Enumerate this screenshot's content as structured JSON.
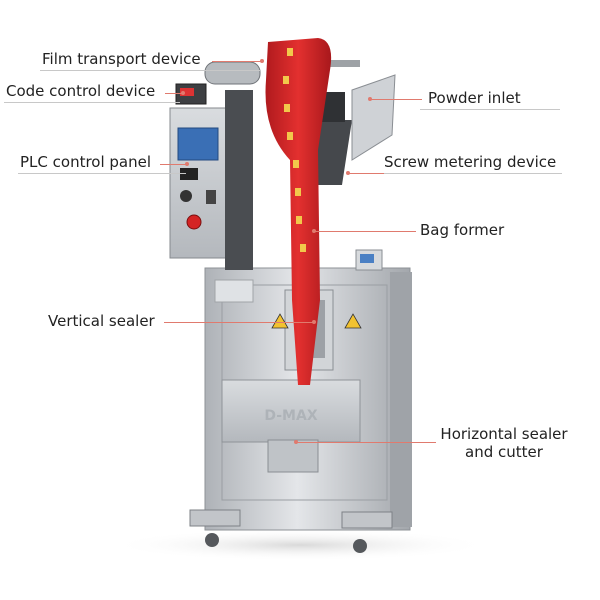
{
  "labels": {
    "film_transport": "Film transport device",
    "code_control": "Code control device",
    "plc_panel": "PLC control panel",
    "vertical_sealer": "Vertical sealer",
    "powder_inlet": "Powder inlet",
    "screw_metering": "Screw metering device",
    "bag_former": "Bag former",
    "horizontal_sealer_line1": "Horizontal sealer",
    "horizontal_sealer_line2": "and cutter"
  },
  "machine": {
    "brand": "D-MAX"
  },
  "colors": {
    "leader": "#e07a6e",
    "film": "#d8262a",
    "steel": "#c9ccd0",
    "text": "#222222"
  },
  "icons": [
    "warning-icon",
    "emergency-stop-icon",
    "display-screen-icon"
  ]
}
